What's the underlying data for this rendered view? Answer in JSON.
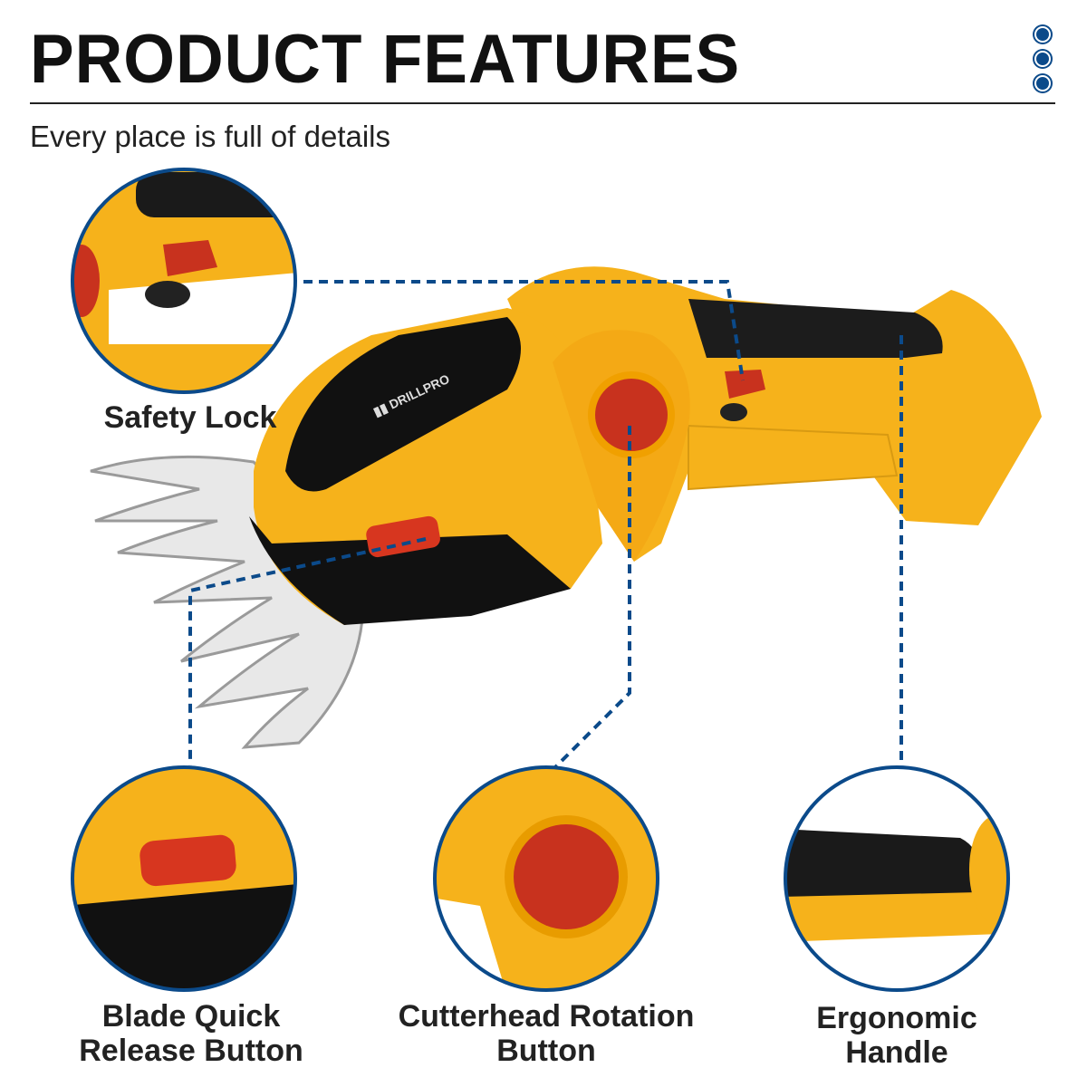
{
  "header": {
    "title": "PRODUCT FEATURES",
    "subtitle": "Every place is full of details"
  },
  "brand": {
    "logo_text": "DRILLPRO"
  },
  "features": [
    {
      "label": "Safety Lock"
    },
    {
      "label_line1": "Blade Quick",
      "label_line2": "Release Button"
    },
    {
      "label_line1": "Cutterhead Rotation",
      "label_line2": "Button"
    },
    {
      "label_line1": "Ergonomic",
      "label_line2": "Handle"
    }
  ],
  "colors": {
    "accent": "#0b4a8a",
    "body": "#f6b21b",
    "grip": "#1a1a1a",
    "button": "#c8321e"
  }
}
